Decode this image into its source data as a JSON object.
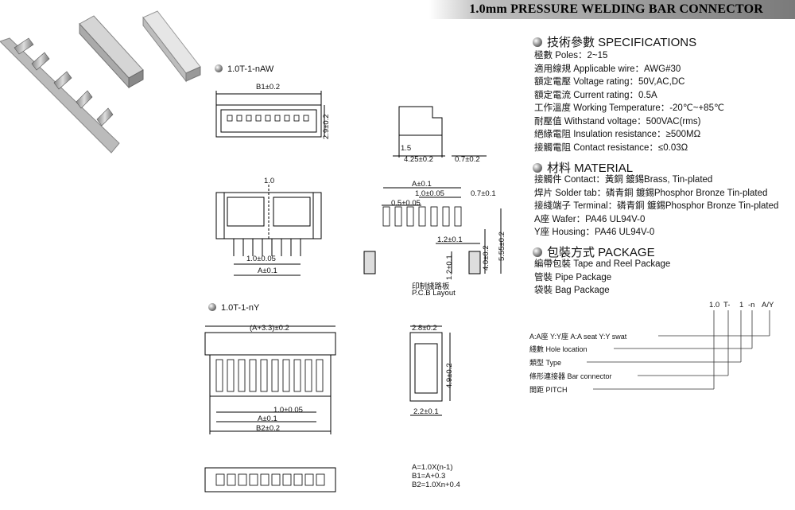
{
  "header": {
    "title": "1.0mm PRESSURE WELDING BAR CONNECTOR"
  },
  "sections": {
    "specifications": "技術參數  SPECIFICATIONS",
    "material": "材料  MATERIAL",
    "package": "包裝方式  PACKAGE"
  },
  "specs": [
    "極數 Poles：2~15",
    "適用線規 Applicable wire：AWG#30",
    "額定電壓 Voltage rating：50V,AC,DC",
    "額定電流 Current rating：0.5A",
    "工作溫度 Working Temperature：-20℃~+85℃",
    "耐壓值 Withstand voltage：500VAC(rms)",
    "絕緣電阻 Insulation resistance：≥500MΩ",
    "接觸電阻 Contact resistance：≤0.03Ω"
  ],
  "materials": [
    "接觸件 Contact：黃銅  鍍錫Brass, Tin-plated",
    "焊片 Solder tab：磷青銅  鍍錫Phosphor Bronze Tin-plated",
    "接綫端子 Terminal：磷青銅  鍍錫Phosphor Bronze Tin-plated",
    "A座 Wafer：PA46 UL94V-0",
    "Y座 Housing：PA46 UL94V-0"
  ],
  "packages": [
    "編帶包裝 Tape and Reel Package",
    "管裝 Pipe Package",
    "袋裝 Bag Package"
  ],
  "part_code": {
    "p1": "1.0",
    "p2": "T-",
    "p3": "1",
    "p4": "-n",
    "p5": "A/Y"
  },
  "code_legend": [
    "A:A座 Y:Y座 A:A seat Y:Y swat",
    "綫數 Hole location",
    "類型 Type",
    "條形連接器 Bar connector",
    "間距 PITCH"
  ],
  "drawings": {
    "naw_label": "1.0T-1-nAW",
    "ny_label": "1.0T-1-nY",
    "dims": {
      "b1": "B1±0.2",
      "h29": "2.9±0.2",
      "d15": "1.5",
      "d425": "4.25±0.2",
      "d07": "0.7±0.2",
      "p10top": "1.0",
      "p10": "1.0±0.05",
      "a": "A±0.1",
      "pcb_a": "A±0.1",
      "pcb_10": "1.0±0.05",
      "pcb_07": "0.7±0.1",
      "pcb_05": "0.5±0.05",
      "pcb_12": "1.2±0.1",
      "pcb_12v": "1.2±0.1",
      "pcb_40": "4.0±0.2",
      "pcb_555": "5.55±0.2",
      "a33": "(A+3.3)±0.2",
      "d28": "2.8±0.2",
      "d49": "4.9±0.2",
      "d22": "2.2±0.1",
      "y10": "1.0±0.05",
      "ya": "A±0.1",
      "yb2": "B2±0.2"
    },
    "pcb_caption_cn": "印制綫路板",
    "pcb_caption_en": "P.C.B Layout",
    "formulas": [
      "A=1.0X(n-1)",
      "B1=A+0.3",
      "B2=1.0Xn+0.4"
    ]
  }
}
